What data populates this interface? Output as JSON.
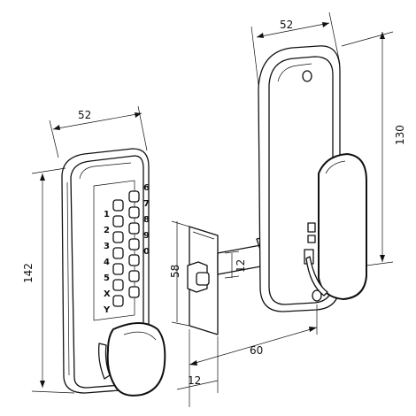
{
  "dimensions": {
    "front_width": "52",
    "front_height": "142",
    "back_width": "52",
    "back_height": "130",
    "latch_height": "58",
    "spindle": "12",
    "backset": "60",
    "latch_offset": "12"
  },
  "keypad": {
    "left_keys": [
      "1",
      "2",
      "3",
      "4",
      "5",
      "X",
      "Y"
    ],
    "right_keys": [
      "6",
      "7",
      "8",
      "9",
      "0",
      "",
      ""
    ]
  },
  "colors": {
    "line": "#111111",
    "background": "#ffffff"
  }
}
